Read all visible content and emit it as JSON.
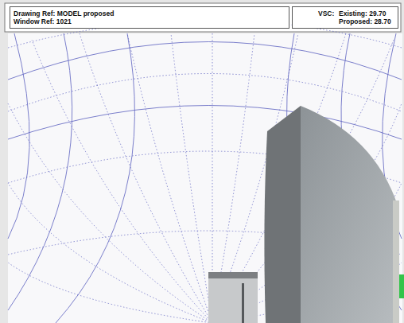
{
  "diagram": {
    "nodes": [
      {
        "text": [
          "Drawing Ref: MODEL proposed",
          "Window Ref: 1021"
        ]
      },
      {
        "text": [
          "VSC:",
          "Existing: 29.70",
          "Proposed: 28.70"
        ]
      }
    ]
  }
}
